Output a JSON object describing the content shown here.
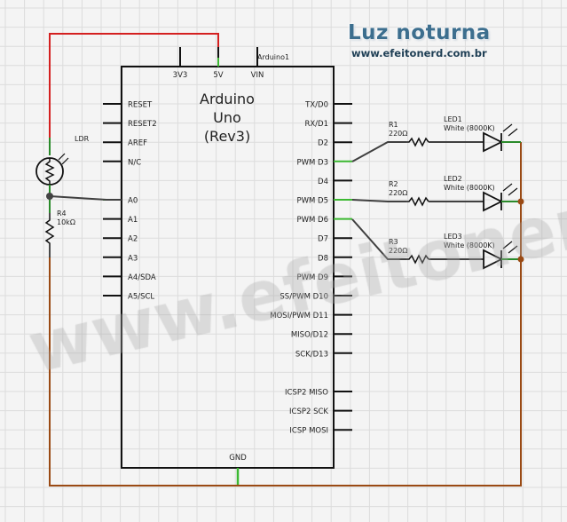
{
  "header": {
    "title": "Luz noturna",
    "url": "www.efeitonerd.com.br"
  },
  "watermark": "www.efeitonerd.com.br",
  "arduino": {
    "name": "Arduino1",
    "title_lines": [
      "Arduino",
      "Uno",
      "(Rev3)"
    ],
    "top_pins": [
      "3V3",
      "5V",
      "VIN"
    ],
    "bottom_pin": "GND",
    "left_pins": [
      "RESET",
      "RESET2",
      "AREF",
      "N/C",
      "",
      "A0",
      "A1",
      "A2",
      "A3",
      "A4/SDA",
      "A5/SCL"
    ],
    "right_pins": [
      "TX/D0",
      "RX/D1",
      "D2",
      "PWM D3",
      "D4",
      "PWM D5",
      "PWM D6",
      "D7",
      "D8",
      "PWM D9",
      "SS/PWM D10",
      "MOSI/PWM D11",
      "MISO/D12",
      "SCK/D13",
      "",
      "ICSP2 MISO",
      "ICSP2 SCK",
      "ICSP MOSI"
    ]
  },
  "components": {
    "ldr": {
      "label": "LDR"
    },
    "r4": {
      "name": "R4",
      "value": "10kΩ"
    },
    "rows": [
      {
        "resistor": "R1",
        "value": "220Ω",
        "led": "LED1",
        "led_desc": "White (8000K)"
      },
      {
        "resistor": "R2",
        "value": "220Ω",
        "led": "LED2",
        "led_desc": "White (8000K)"
      },
      {
        "resistor": "R3",
        "value": "220Ω",
        "led": "LED3",
        "led_desc": "White (8000K)"
      }
    ]
  },
  "colors": {
    "vcc_wire": "#d42020",
    "gnd_wire": "#9a4a14",
    "signal_wire": "#404040",
    "pin_end": "#3cb832",
    "grid": "#dcdcdc"
  }
}
